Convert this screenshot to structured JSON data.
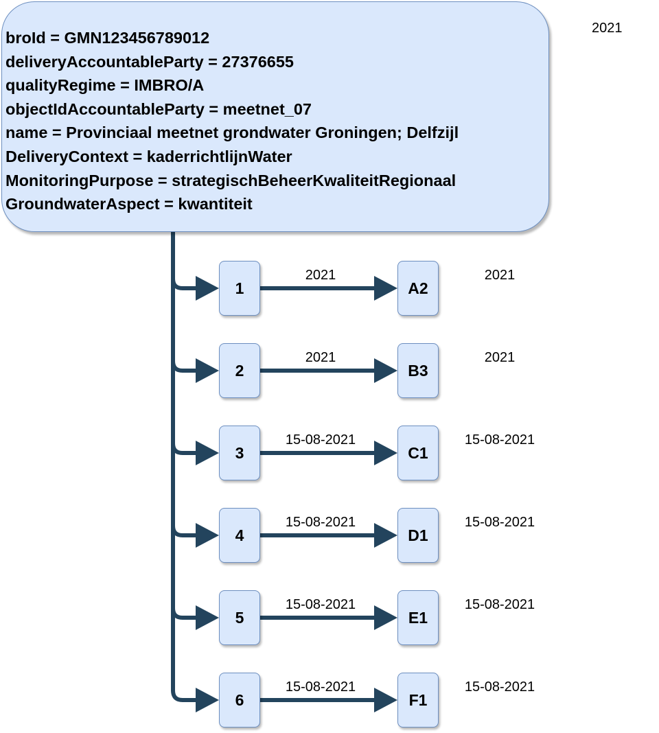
{
  "network": {
    "lines": [
      "broId = GMN123456789012",
      "deliveryAccountableParty = 27376655",
      "qualityRegime = IMBRO/A",
      "objectIdAccountableParty = meetnet_07",
      "name = Provinciaal meetnet grondwater Groningen; Delfzijl",
      "DeliveryContext = kaderrichtlijnWater",
      "MonitoringPurpose = strategischBeheerKwaliteitRegionaal",
      "GroundwaterAspect = kwantiteit"
    ],
    "date": "2021"
  },
  "rows": [
    {
      "id": "1",
      "target": "A2",
      "edge_date": "2021",
      "target_date": "2021"
    },
    {
      "id": "2",
      "target": "B3",
      "edge_date": "2021",
      "target_date": "2021"
    },
    {
      "id": "3",
      "target": "C1",
      "edge_date": "15-08-2021",
      "target_date": "15-08-2021"
    },
    {
      "id": "4",
      "target": "D1",
      "edge_date": "15-08-2021",
      "target_date": "15-08-2021"
    },
    {
      "id": "5",
      "target": "E1",
      "edge_date": "15-08-2021",
      "target_date": "15-08-2021"
    },
    {
      "id": "6",
      "target": "F1",
      "edge_date": "15-08-2021",
      "target_date": "15-08-2021"
    }
  ],
  "colors": {
    "fill": "#dae8fc",
    "stroke": "#6c8ebf",
    "edge": "#23445d"
  }
}
